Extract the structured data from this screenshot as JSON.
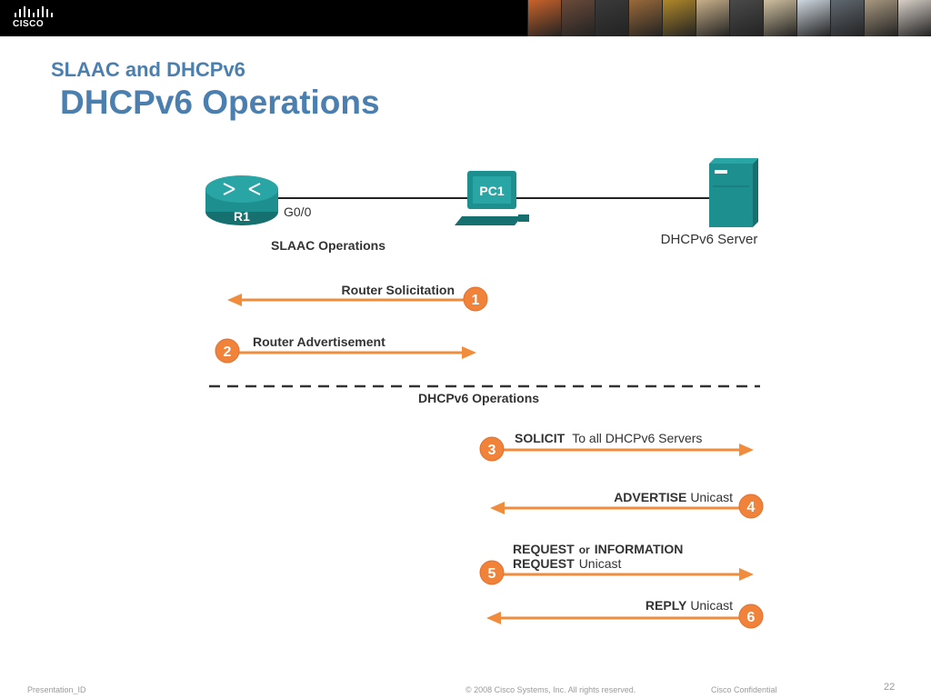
{
  "header": {
    "logo_text": "CISCO",
    "photo_colors": [
      "#c9632a",
      "#6a4a3a",
      "#3a3a3a",
      "#9a6a3a",
      "#b0882a",
      "#c8b08a",
      "#4a4a4a",
      "#d0c0a0",
      "#cfd8e0",
      "#606870",
      "#a89880",
      "#d8d0c8"
    ]
  },
  "slide": {
    "subtitle": "SLAAC and DHCPv6",
    "title": "DHCPv6 Operations"
  },
  "diagram": {
    "router_label": "R1",
    "interface_label": "G0/0",
    "pc_label": "PC1",
    "server_label": "DHCPv6 Server",
    "slaac_heading": "SLAAC Operations",
    "dhcpv6_heading": "DHCPv6  Operations",
    "colors": {
      "arrow": "#f08c3c",
      "badge": "#f0823a",
      "device": "#1e8f8f",
      "device_dark": "#16706f"
    },
    "steps": [
      {
        "num": "1",
        "label_bold": "Router Solicitation",
        "label_normal": "",
        "direction": "left"
      },
      {
        "num": "2",
        "label_bold": "Router Advertisement",
        "label_normal": "",
        "direction": "right"
      },
      {
        "num": "3",
        "label_bold": "SOLICIT",
        "label_normal": "To all DHCPv6 Servers",
        "direction": "right"
      },
      {
        "num": "4",
        "label_bold": "ADVERTISE",
        "label_normal": "Unicast",
        "direction": "left"
      },
      {
        "num": "5",
        "label_bold": "REQUEST",
        "label_or": "or",
        "label_bold2": "INFORMATION",
        "label_bold3": "REQUEST",
        "label_normal": "Unicast",
        "direction": "right"
      },
      {
        "num": "6",
        "label_bold": "REPLY",
        "label_normal": "Unicast",
        "direction": "left"
      }
    ]
  },
  "footer": {
    "presentation_id": "Presentation_ID",
    "copyright": "© 2008 Cisco Systems, Inc. All rights reserved.",
    "confidential": "Cisco Confidential",
    "page_number": "22"
  }
}
